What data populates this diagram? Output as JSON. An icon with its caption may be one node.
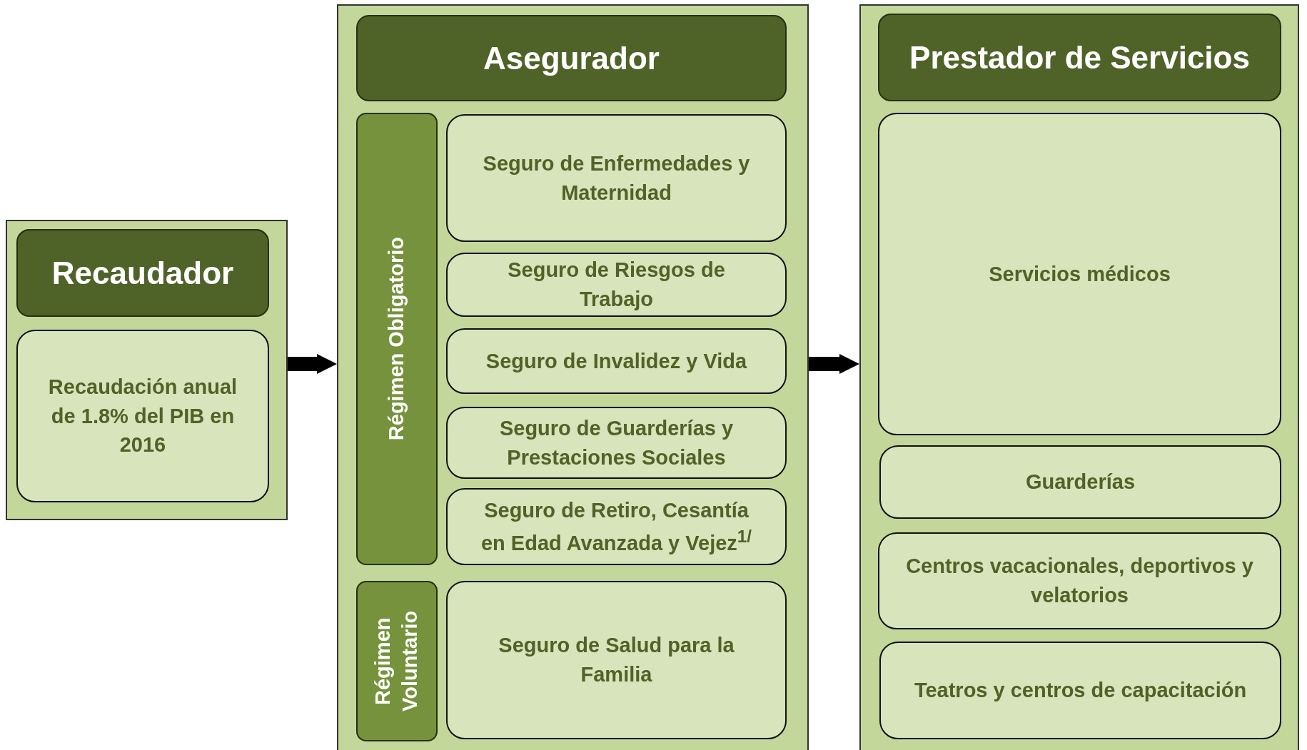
{
  "diagram": {
    "nodes": [
      {
        "text": [],
        "shape": "box"
      },
      {
        "text": [
          "Recaudador"
        ],
        "in": 0
      },
      {
        "text": [
          "Recaudación anual de 1.8% del PIB en 2016"
        ],
        "in": 0
      },
      {
        "text": [],
        "shape": "box"
      },
      {
        "text": [
          "Asegurador"
        ],
        "in": 3
      },
      {
        "text": [
          "Régimen Obligatorio"
        ],
        "in": 3
      },
      {
        "text": [
          "Seguro de Enfermedades y Maternidad"
        ],
        "in": 3
      },
      {
        "text": [
          "Seguro de Riesgos de Trabajo"
        ],
        "in": 3
      },
      {
        "text": [
          "Seguro de Invalidez y Vida"
        ],
        "in": 3
      },
      {
        "text": [
          "Seguro de Guarderías y Prestaciones Sociales"
        ],
        "in": 3
      },
      {
        "text": [
          "Seguro de Retiro, Cesantía en Edad Avanzada y Vejez$^{1/}$"
        ],
        "in": 3
      },
      {
        "text": [
          "Régimen Voluntario"
        ],
        "in": 3
      },
      {
        "text": [
          "Seguro de Salud para la Familia"
        ],
        "in": 3
      },
      {
        "text": [],
        "shape": "box"
      },
      {
        "text": [
          "Prestador de Servicios"
        ],
        "in": 13
      },
      {
        "text": [
          "Servicios médicos"
        ],
        "in": 13
      },
      {
        "text": [
          "Guarderías"
        ],
        "in": 13
      },
      {
        "text": [
          "Centros vacacionales, deportivos y velatorios"
        ],
        "in": 13
      },
      {
        "text": [
          "Teatros y centros de capacitación"
        ],
        "in": 13
      }
    ],
    "edges": [
      {
        "from": 0,
        "to": 3,
        "arrow": "to"
      },
      {
        "from": 3,
        "to": 13,
        "arrow": "to"
      }
    ]
  }
}
